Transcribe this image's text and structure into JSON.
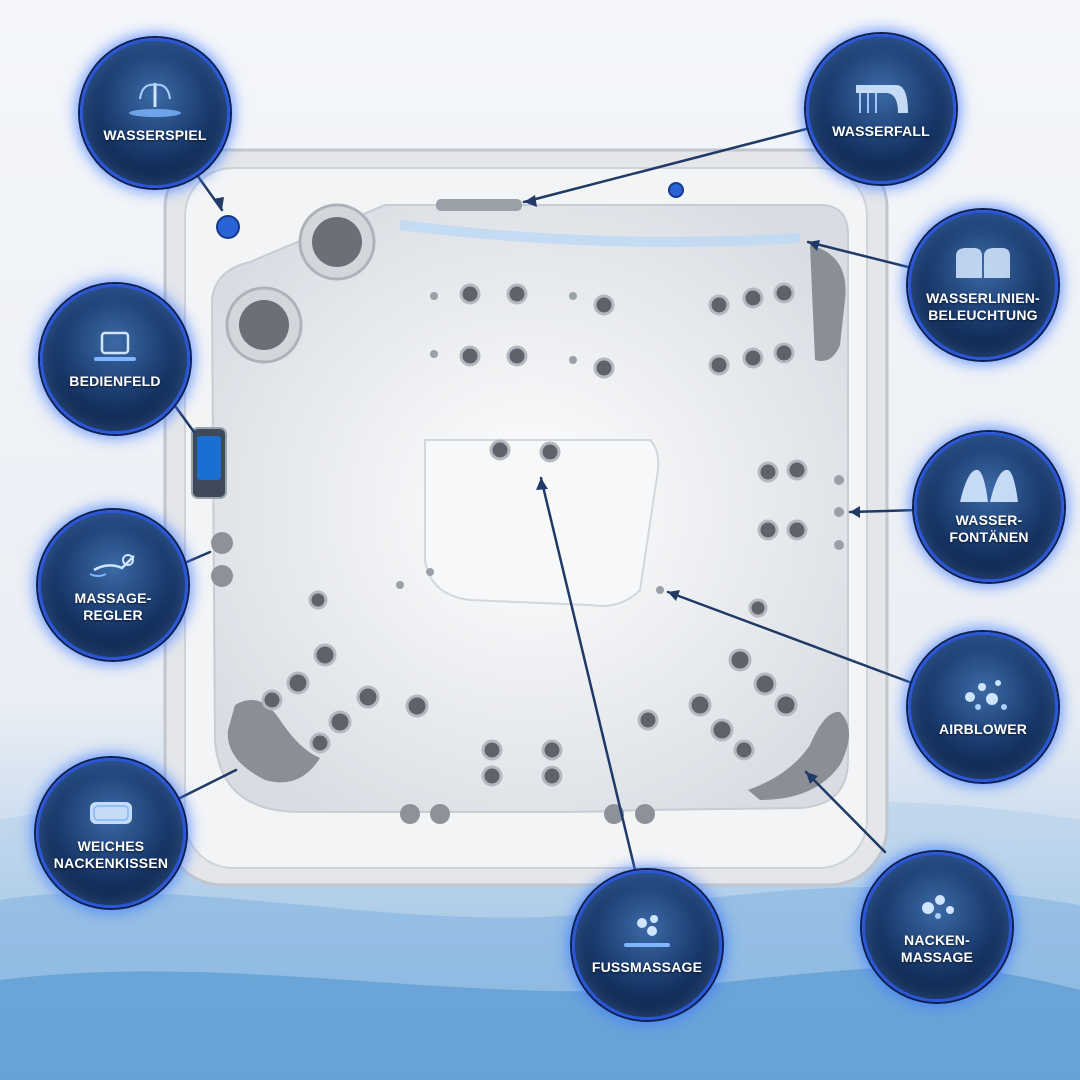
{
  "features": [
    {
      "key": "wasserspiel",
      "lines": [
        "WASSERSPIEL",
        ""
      ],
      "icon": "fountain-icon"
    },
    {
      "key": "wasserfall",
      "lines": [
        "WASSERFALL",
        ""
      ],
      "icon": "waterfall-icon"
    },
    {
      "key": "wasserlinien",
      "lines": [
        "WASSERLINIEN-",
        "BELEUCHTUNG"
      ],
      "icon": "waterline-lights-icon"
    },
    {
      "key": "bedienfeld",
      "lines": [
        "BEDIENFELD",
        ""
      ],
      "icon": "control-panel-icon"
    },
    {
      "key": "wasserfontaenen",
      "lines": [
        "WASSER-",
        "FONTÄNEN"
      ],
      "icon": "water-jets-icon"
    },
    {
      "key": "massageregler",
      "lines": [
        "MASSAGE-",
        "REGLER"
      ],
      "icon": "massage-control-icon"
    },
    {
      "key": "airblower",
      "lines": [
        "AIRBLOWER",
        ""
      ],
      "icon": "bubbles-icon"
    },
    {
      "key": "nackenkissen",
      "lines": [
        "WEICHES",
        "NACKENKISSEN"
      ],
      "icon": "pillow-icon"
    },
    {
      "key": "fussmassage",
      "lines": [
        "FUSSMASSAGE",
        ""
      ],
      "icon": "foot-massage-icon"
    },
    {
      "key": "nackenmassage",
      "lines": [
        "NACKEN-",
        "MASSAGE"
      ],
      "icon": "neck-massage-icon"
    }
  ],
  "colors": {
    "badge_ring": "#2b57d6",
    "badge_fill": "#1b3d70",
    "connector": "#1f3a66",
    "label": "#ffffff"
  }
}
